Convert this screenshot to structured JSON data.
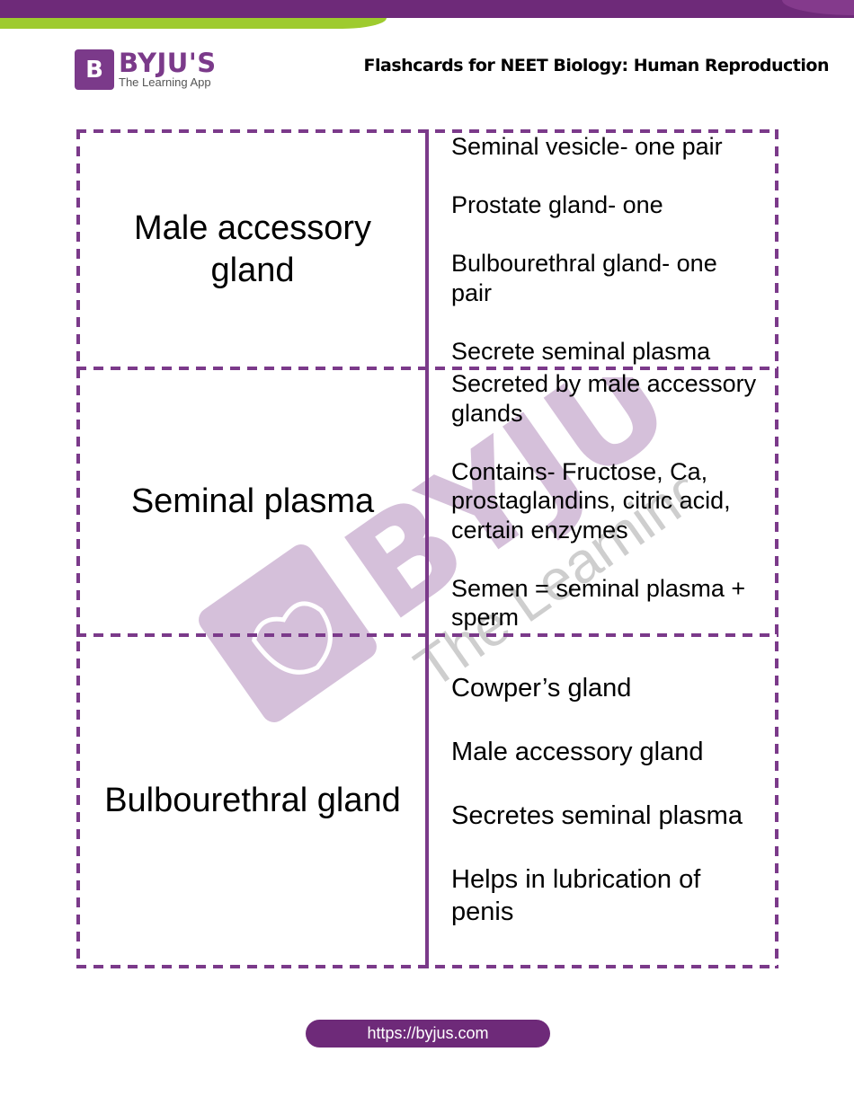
{
  "header": {
    "logo_letter": "B",
    "logo_brand": "BYJU'S",
    "logo_tagline": "The Learning App",
    "title": "Flashcards for NEET Biology: Human Reproduction"
  },
  "colors": {
    "brand_purple": "#7b3a8a",
    "band_purple": "#6e2a79",
    "band_green": "#9ecb2e"
  },
  "watermark": {
    "brand": "BYJU'S",
    "tagline": "The Learning App"
  },
  "cards": [
    {
      "term": "Male accessory gland",
      "definitions": [
        "Seminal vesicle- one pair",
        "Prostate gland- one",
        "Bulbourethral gland- one pair",
        "Secrete seminal plasma"
      ]
    },
    {
      "term": "Seminal plasma",
      "definitions": [
        "Secreted by male accessory glands",
        "Contains- Fructose, Ca, prostaglandins, citric acid, certain enzymes",
        "Semen = seminal plasma + sperm"
      ]
    },
    {
      "term": "Bulbourethral gland",
      "definitions": [
        "Cowper’s gland",
        "Male accessory gland",
        "Secretes seminal plasma",
        "Helps in lubrication of penis"
      ]
    }
  ],
  "footer": {
    "url": "https://byjus.com"
  }
}
